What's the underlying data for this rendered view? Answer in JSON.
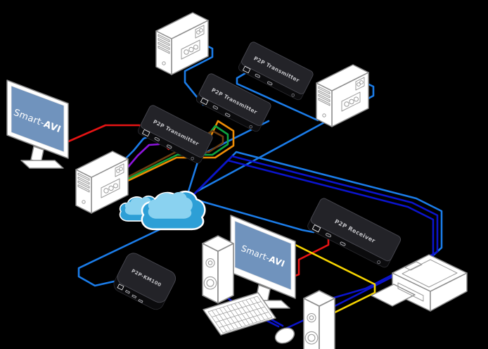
{
  "diagram": {
    "monitor_left": {
      "brand_prefix": "Smart-",
      "brand_suffix": "AVI"
    },
    "monitor_bottom": {
      "brand_prefix": "Smart-",
      "brand_suffix": "AVI"
    },
    "transmitter_back": {
      "label": "P2P Transmitter"
    },
    "transmitter_middle": {
      "label": "P2P Transmitter"
    },
    "transmitter_front": {
      "label": "P2P Transmitter"
    },
    "receiver": {
      "label": "P2P Receiver"
    },
    "km_box": {
      "label": "P2P-KM100"
    }
  },
  "palette": {
    "background": "#000000",
    "cable_blue": "#1b7ce8",
    "cable_dark_blue": "#0b14cc",
    "cable_red": "#e61414",
    "cable_yellow": "#f6d400",
    "cable_orange": "#ee8c05",
    "cable_green": "#0fa43e",
    "cable_brown": "#6e3e10",
    "cable_purple": "#8d14dd",
    "device_box_black": "#232328",
    "cloud_blue": "#2d9fd6",
    "cloud_highlight": "#8ad2f0",
    "monitor_screen_blue": "#7093bd",
    "device_white": "#ffffff"
  }
}
